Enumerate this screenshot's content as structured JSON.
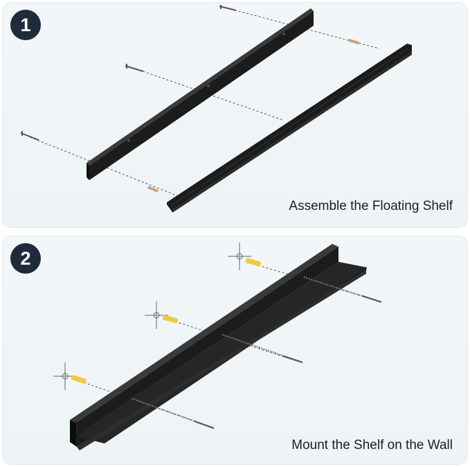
{
  "steps": [
    {
      "number": "1",
      "caption": "Assemble the Floating Shelf"
    },
    {
      "number": "2",
      "caption": "Mount the Shelf on the Wall"
    }
  ],
  "colors": {
    "panel": "#eef3f6",
    "badge": "#1f2b3a",
    "shelf": "#1c1c1c",
    "wood_dowel": "#c8a27a",
    "wall_anchor": "#f1c73e"
  },
  "icons": [
    "screw-icon",
    "dowel-icon",
    "wall-anchor-icon",
    "drill-mark-icon"
  ]
}
